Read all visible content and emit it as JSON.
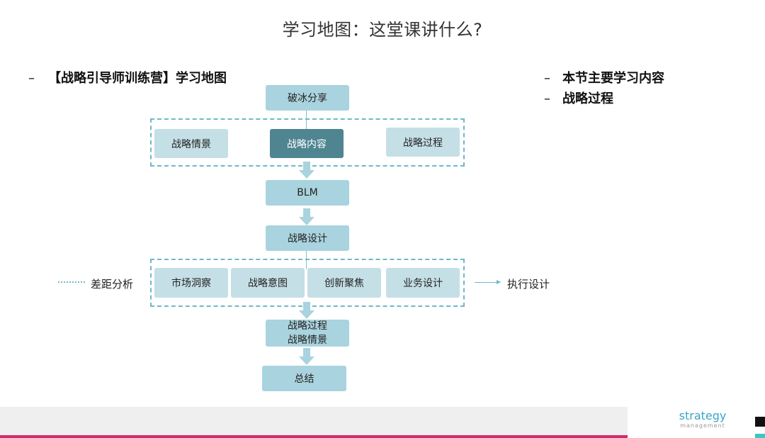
{
  "title": "学习地图：这堂课讲什么?",
  "left_heading": {
    "dash": "–",
    "text": "【战略引导师训练营】学习地图"
  },
  "right_list": [
    {
      "dash": "–",
      "text": "本节主要学习内容"
    },
    {
      "dash": "–",
      "text": "战略过程"
    }
  ],
  "flow": {
    "icebreak": "破冰分享",
    "row1": [
      "战略情景",
      "战略内容",
      "战略过程"
    ],
    "blm": "BLM",
    "design": "战略设计",
    "row2": [
      "市场洞察",
      "战略意图",
      "创新聚焦",
      "业务设计"
    ],
    "process_line1": "战略过程",
    "process_line2": "战略情景",
    "summary": "总结",
    "gap_label": "差距分析",
    "exec_label": "执行设计"
  },
  "colors": {
    "box": "#a9d3de",
    "box_light": "#c5dfe6",
    "box_active": "#4e8590",
    "dashed": "#6fb8c9",
    "footer_accent": "#d12c6e"
  },
  "footer": {
    "logo_main": "strategy",
    "logo_sub": "management"
  }
}
